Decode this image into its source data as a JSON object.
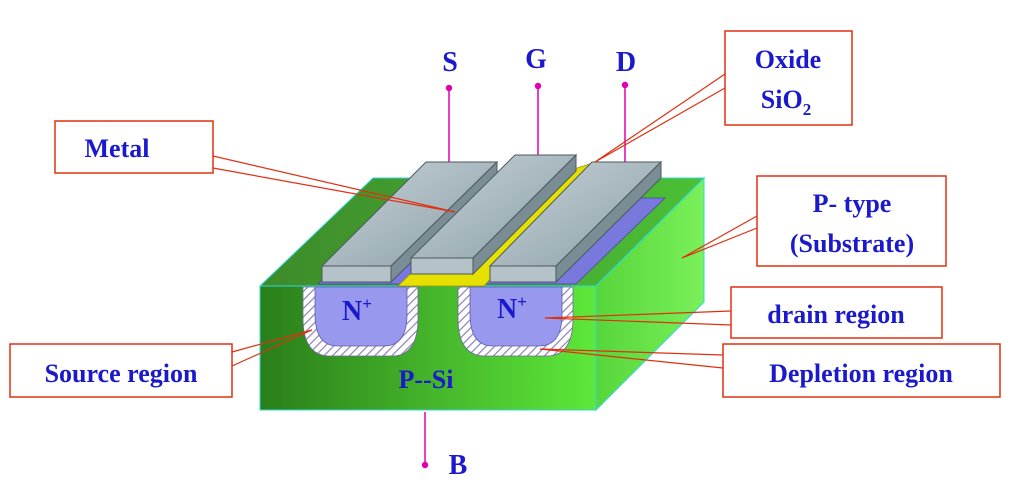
{
  "terminals": {
    "source": "S",
    "gate": "G",
    "drain": "D",
    "body": "B"
  },
  "callouts": {
    "metal": "Metal",
    "oxide_line1": "Oxide",
    "oxide_line2_base": "SiO",
    "oxide_line2_sub": "2",
    "ptype_line1": "P- type",
    "ptype_line2": "(Substrate)",
    "drain_region": "drain region",
    "depletion_region": "Depletion region",
    "source_region": "Source region"
  },
  "regions": {
    "source_n": "N",
    "source_n_sup": "+",
    "drain_n": "N",
    "drain_n_sup": "+",
    "substrate": "P--Si"
  },
  "colors": {
    "label_text": "#1a1acc",
    "callout_border": "#e03010",
    "leader_line": "#e03010",
    "terminal_wire": "#e000b0",
    "substrate_front": "#2c9a1e",
    "substrate_top": "#3aa526",
    "substrate_side": "#44d62e",
    "n_region": "#9898ee",
    "oxide": "#e6e000",
    "metal_top": "#9fb1b8",
    "metal_front": "#b5c3c8"
  }
}
